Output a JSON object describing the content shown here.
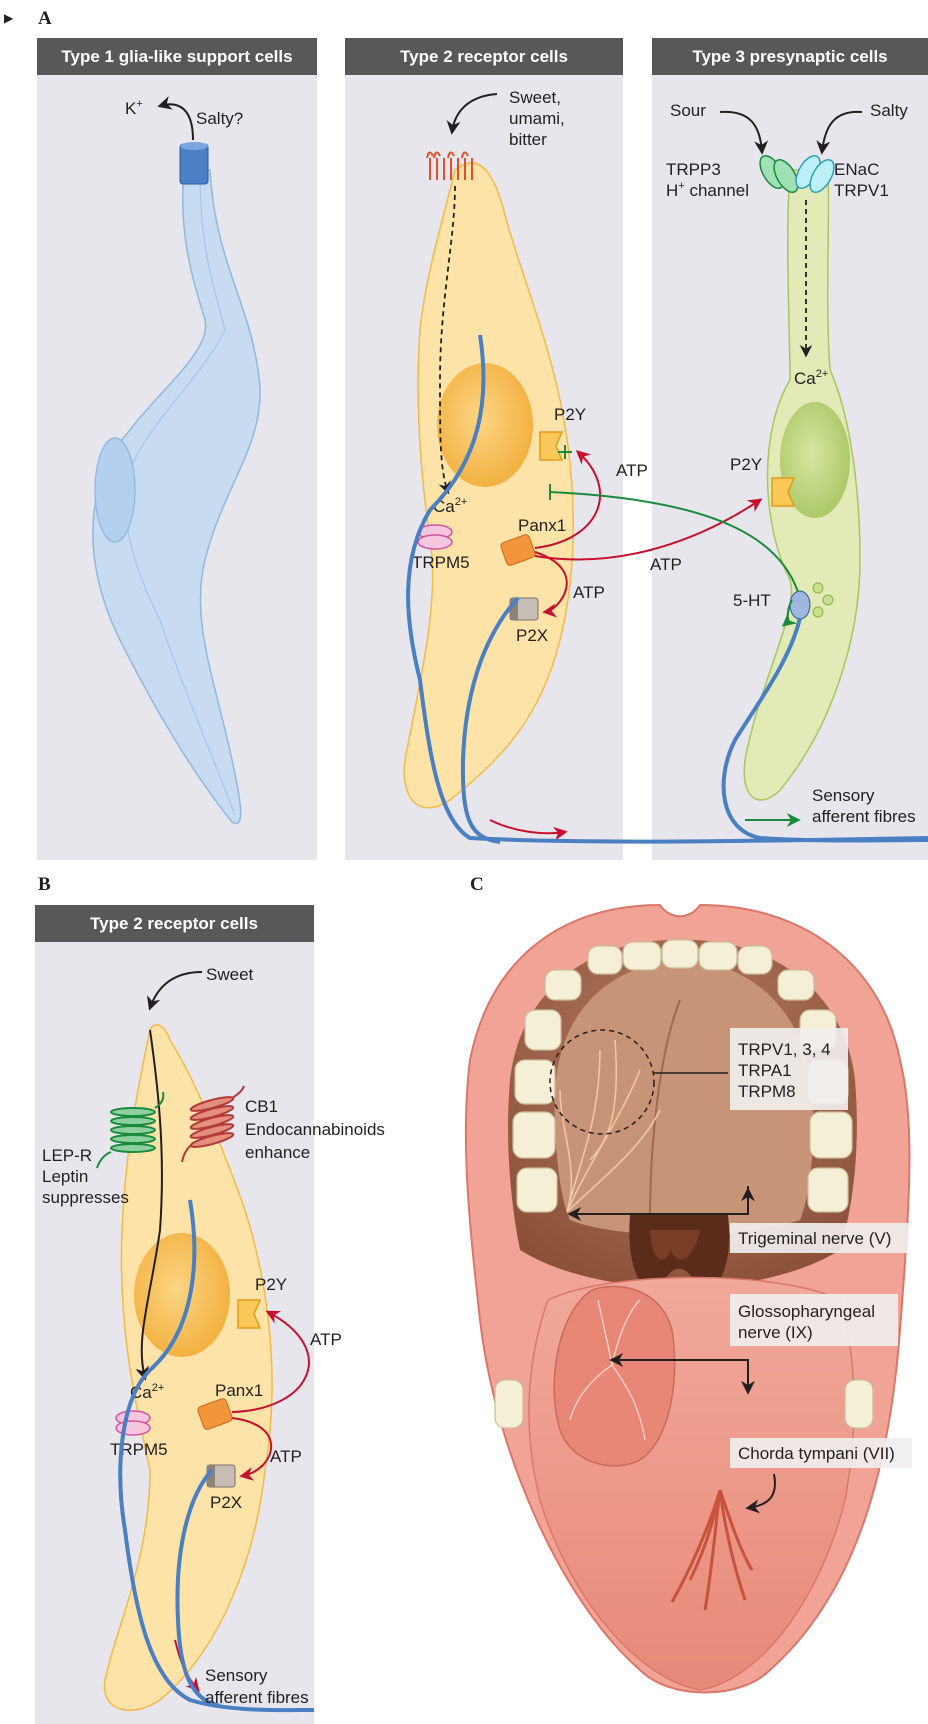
{
  "panels": {
    "a": {
      "label": "A",
      "type1": {
        "header": "Type 1 glia-like support cells",
        "k": "K",
        "k_sup": "+",
        "salty": "Salty?"
      },
      "type2": {
        "header": "Type 2 receptor cells",
        "tastants": [
          "Sweet,",
          "umami,",
          "bitter"
        ],
        "ca": "Ca",
        "ca_sup": "2+",
        "trpm5": "TRPM5",
        "panx1": "Panx1",
        "p2y": "P2Y",
        "p2x": "P2X",
        "atp1": "ATP",
        "atp2": "ATP",
        "atp3": "ATP"
      },
      "type3": {
        "header": "Type 3 presynaptic cells",
        "sour": "Sour",
        "salty": "Salty",
        "trpp3": "TRPP3",
        "h_channel_h": "H",
        "h_channel_sup": "+",
        "h_channel_rest": " channel",
        "enac": "ENaC",
        "trpv1": "TRPV1",
        "ca": "Ca",
        "ca_sup": "2+",
        "p2y": "P2Y",
        "ht": "5-HT",
        "fibres": [
          "Sensory",
          "afferent fibres"
        ]
      }
    },
    "b": {
      "label": "B",
      "header": "Type 2 receptor cells",
      "sweet": "Sweet",
      "lepr": [
        "LEP-R",
        "Leptin",
        "suppresses"
      ],
      "cb1": [
        "CB1",
        "Endocannabinoids",
        "enhance"
      ],
      "p2y": "P2Y",
      "atp1": "ATP",
      "ca": "Ca",
      "ca_sup": "2+",
      "trpm5": "TRPM5",
      "panx1": "Panx1",
      "atp2": "ATP",
      "p2x": "P2X",
      "fibres": [
        "Sensory",
        "afferent fibres"
      ]
    },
    "c": {
      "label": "C",
      "trp": [
        "TRPV1, 3, 4",
        "TRPA1",
        "TRPM8"
      ],
      "trigeminal": "Trigeminal nerve (V)",
      "glosso": [
        "Glossopharyngeal",
        "nerve (IX)"
      ],
      "chorda": "Chorda tympani (VII)"
    }
  },
  "colors": {
    "panel_bg": "#e7e6ec",
    "header_bg": "#58585a",
    "receptor_cell": "#fde3a8",
    "glia_cell": "#c7dcf2",
    "presynaptic_cell": "#e2ebb7",
    "nerve": "#4a7fc1",
    "atp_arrow": "#c8102e",
    "serotonin_arrow": "#1a8a3c"
  }
}
